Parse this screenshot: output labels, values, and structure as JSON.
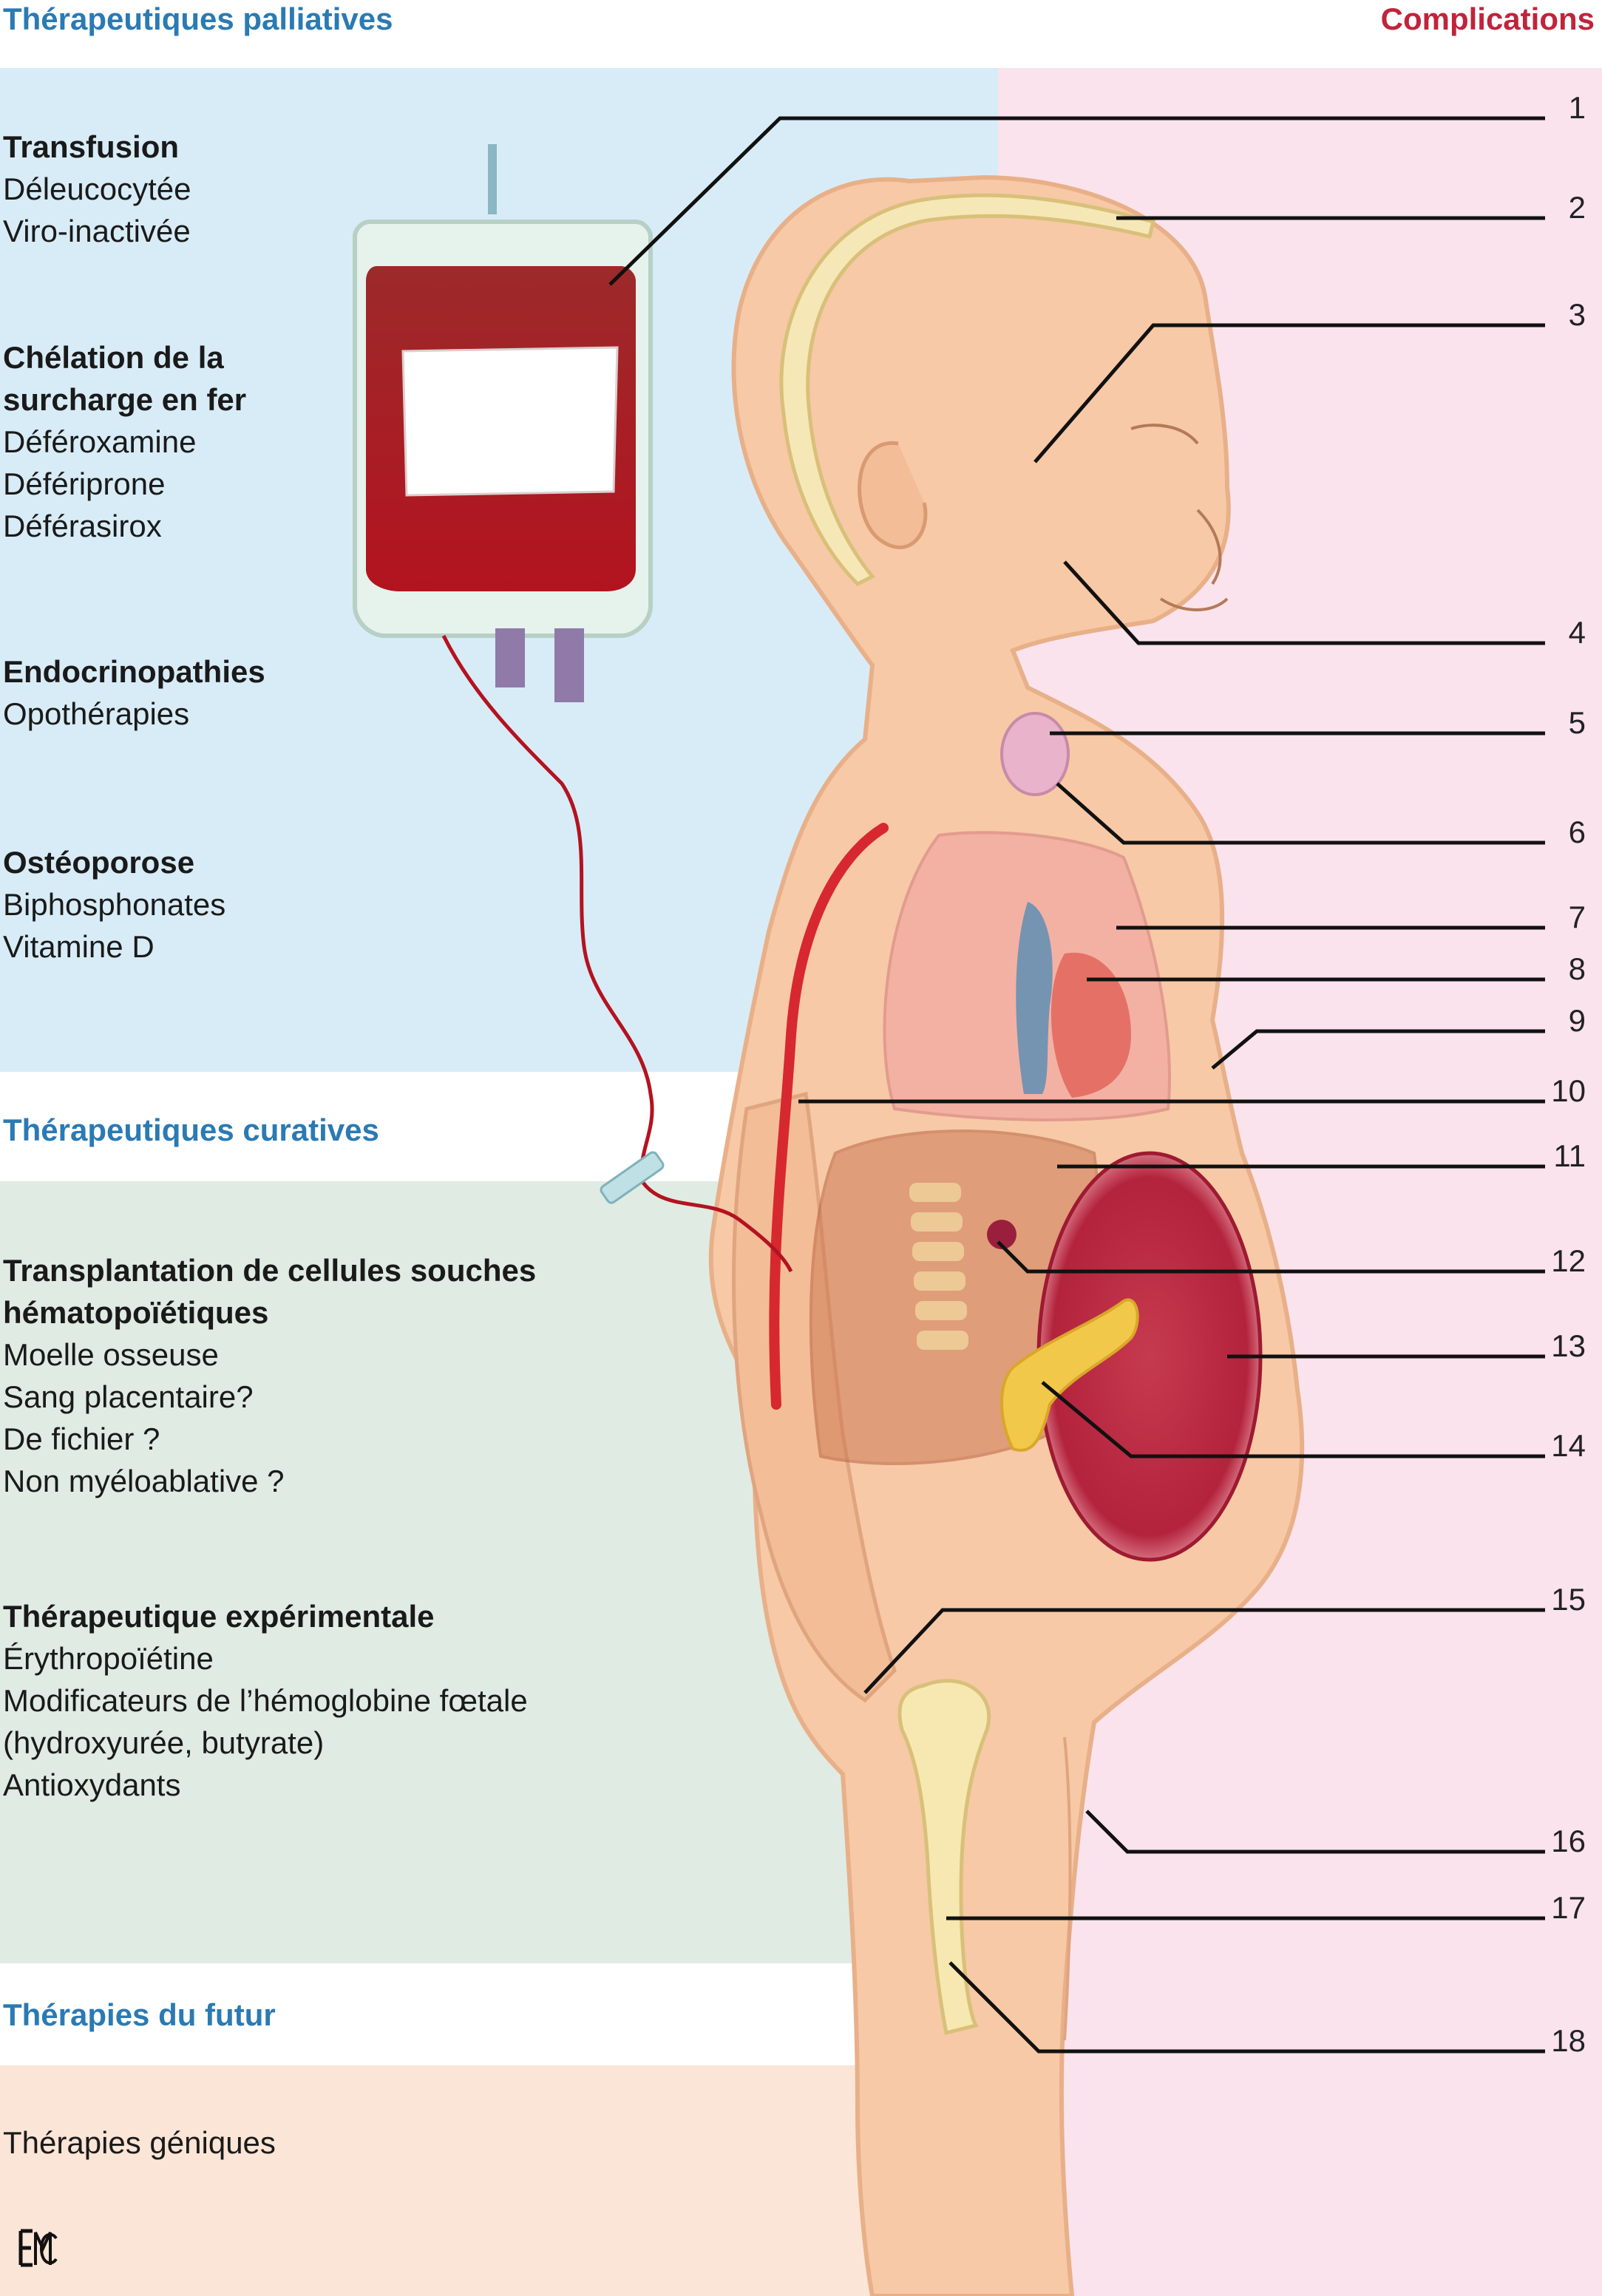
{
  "sections": {
    "palliatives": "Thérapeutiques palliatives",
    "complications": "Complications",
    "curatives": "Thérapeutiques curatives",
    "futur": "Thérapies du futur"
  },
  "palliative_blocks": [
    {
      "head": "Transfusion",
      "items": [
        "Déleucocytée",
        "Viro-inactivée"
      ]
    },
    {
      "head_lines": [
        "Chélation de la",
        "surcharge en fer"
      ],
      "items": [
        "Déféroxamine",
        "Défériprone",
        "Déférasirox"
      ]
    },
    {
      "head": "Endocrinopathies",
      "items": [
        "Opothérapies"
      ]
    },
    {
      "head": "Ostéoporose",
      "items": [
        "Biphosphonates",
        "Vitamine D"
      ]
    }
  ],
  "curative_blocks": [
    {
      "head_lines": [
        "Transplantation de cellules souches",
        "hématopoïétiques"
      ],
      "items": [
        "Moelle osseuse",
        "Sang placentaire?",
        "De fichier ?",
        "Non myéloablative ?"
      ]
    },
    {
      "head": "Thérapeutique expérimentale",
      "items": [
        "Érythropoïétine",
        "Modificateurs de l’hémoglobine fœtale",
        "(hydroxyurée, butyrate)",
        "Antioxydants"
      ]
    }
  ],
  "futur_blocks": [
    {
      "items": [
        "Thérapies géniques"
      ]
    }
  ],
  "callouts": [
    "1",
    "2",
    "3",
    "4",
    "5",
    "6",
    "7",
    "8",
    "9",
    "10",
    "11",
    "12",
    "13",
    "14",
    "15",
    "16",
    "17",
    "18"
  ],
  "colors": {
    "palliative_bg": "#d8ecf7",
    "complications_bg": "#fae3ec",
    "curative_bg": "#e0ebe3",
    "futur_bg": "#fbe5d6",
    "section_blue": "#2a7ab4",
    "complications_red": "#c0243b",
    "skin": "#f7c9a6",
    "blood": "#a3152a"
  },
  "logo_text": "EMC"
}
